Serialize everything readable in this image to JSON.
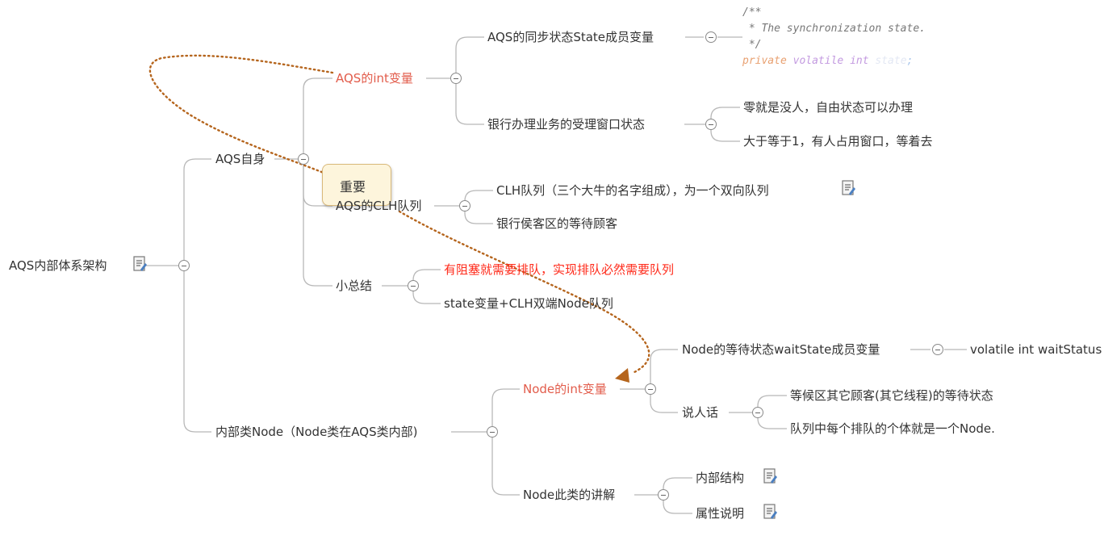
{
  "root": {
    "label": "AQS内部体系架构"
  },
  "branch_self": {
    "label": "AQS自身",
    "int_var": {
      "label": "AQS的int变量",
      "state_member": {
        "label": "AQS的同步状态State成员变量",
        "code": {
          "comment_open": "/**",
          "comment_body": " * The synchronization state.",
          "comment_close": " */",
          "kw_private": "private",
          "kw_volatile": "volatile",
          "kw_int": "int",
          "field": "state",
          "semicolon": ";"
        }
      },
      "bank_window": {
        "label": "银行办理业务的受理窗口状态",
        "zero": "零就是没人，自由状态可以办理",
        "ge_one": "大于等于1，有人占用窗口，等着去"
      }
    },
    "clh_queue": {
      "label": "AQS的CLH队列",
      "clh_desc": "CLH队列（三个大牛的名字组成），为一个双向队列",
      "waiting_area": "银行侯客区的等待顾客"
    },
    "summary": {
      "label": "小总结",
      "line1": "有阻塞就需要排队，实现排队必然需要队列",
      "line2": "state变量+CLH双端Node队列"
    },
    "callout": "重要"
  },
  "branch_node": {
    "label": "内部类Node（Node类在AQS类内部)",
    "node_int": {
      "label": "Node的int变量",
      "wait_state": {
        "label": "Node的等待状态waitState成员变量",
        "value": "volatile int waitStatus"
      },
      "plain": {
        "label": "说人话",
        "line1": "等候区其它顾客(其它线程)的等待状态",
        "line2": "队列中每个排队的个体就是一个Node."
      }
    },
    "node_class": {
      "label": "Node此类的讲解",
      "inner_structure": "内部结构",
      "attr_desc": "属性说明"
    }
  },
  "colors": {
    "line": "#b8b8b8",
    "red_text": "#e25c4b",
    "alert_text": "#ff2a1a",
    "relationship": "#b5651d",
    "callout_fill": "#fdf5dc"
  },
  "icons": [
    "note-icon",
    "collapse-toggle-icon",
    "arrowhead-icon"
  ]
}
